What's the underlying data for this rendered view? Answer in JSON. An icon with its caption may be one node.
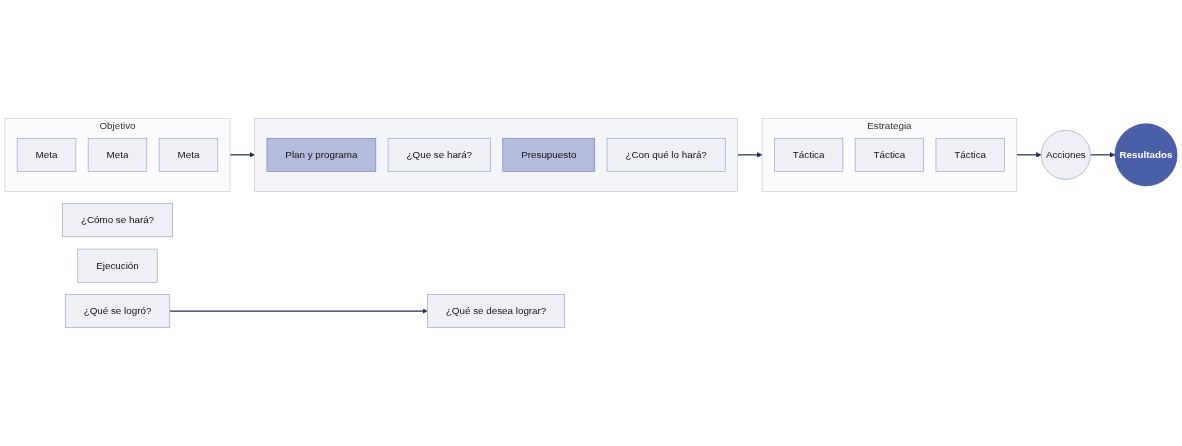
{
  "diagram": {
    "nodes": [
      {
        "text": [
          "Objetivo"
        ]
      },
      {
        "text": [
          "Meta"
        ],
        "in": 0
      },
      {
        "text": [
          "Meta"
        ],
        "in": 0
      },
      {
        "text": [
          "Meta"
        ],
        "in": 0
      },
      {
        "text": [],
        "shape": "box"
      },
      {
        "text": [
          "Plan y programa"
        ],
        "in": 4
      },
      {
        "text": [
          "¿Que se hará?"
        ],
        "in": 4
      },
      {
        "text": [
          "Presupuesto"
        ],
        "in": 4
      },
      {
        "text": [
          "¿Con qué lo hará?"
        ],
        "in": 4
      },
      {
        "text": [
          "Estrategia"
        ]
      },
      {
        "text": [
          "Táctica"
        ],
        "in": 9
      },
      {
        "text": [
          "Táctica"
        ],
        "in": 9
      },
      {
        "text": [
          "Táctica"
        ],
        "in": 9
      },
      {
        "text": [
          "Acciones"
        ]
      },
      {
        "text": [
          "Resultados"
        ]
      },
      {
        "text": [
          "¿Qué se desea lograr?"
        ]
      },
      {
        "text": [
          "¿Cómo se hará?"
        ]
      },
      {
        "text": [
          "Ejecución"
        ]
      },
      {
        "text": [
          "¿Qué se logró?"
        ]
      }
    ],
    "edges": [
      {
        "from": 0,
        "to": 4,
        "arrow": "to"
      },
      {
        "from": 4,
        "to": 9,
        "arrow": "to"
      },
      {
        "from": 9,
        "to": 13,
        "arrow": "to"
      },
      {
        "from": 13,
        "to": 14,
        "arrow": "to"
      },
      {
        "from": 18,
        "to": 15,
        "arrow": "to"
      }
    ]
  }
}
